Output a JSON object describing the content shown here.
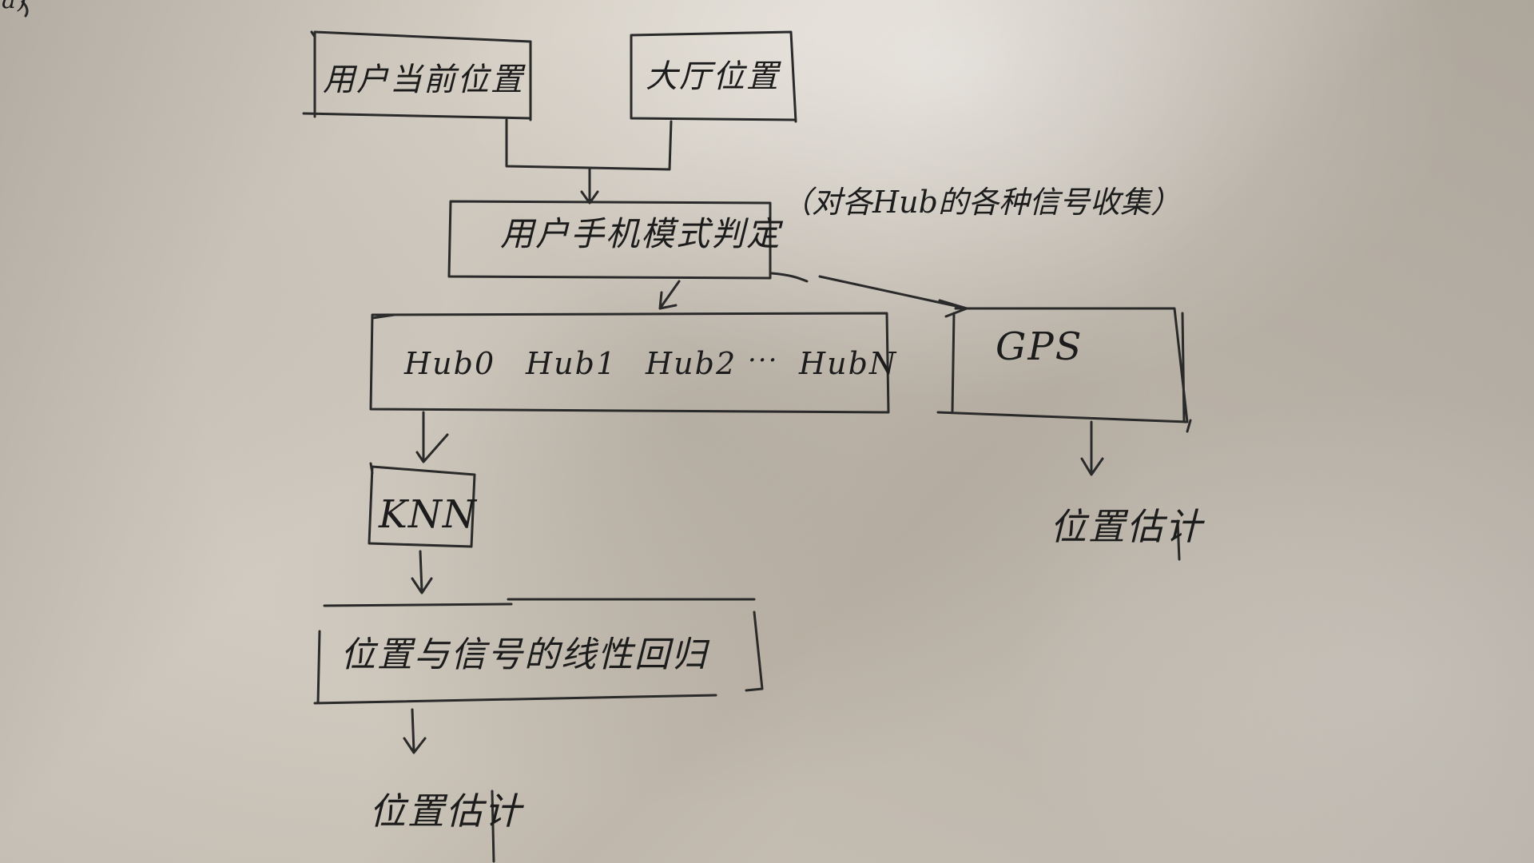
{
  "corner_mark": "a)",
  "boxes": {
    "user_location": "用户当前位置",
    "hall_location": "大厅位置",
    "phone_mode": "用户手机模式判定",
    "hubs": [
      "Hub0",
      "Hub1",
      "Hub2",
      "···",
      "HubN"
    ],
    "gps": "GPS",
    "knn": "KNN",
    "regression": "位置与信号的线性回归"
  },
  "annotation": "（对各Hub的各种信号收集）",
  "outputs": {
    "left": "位置估计",
    "right": "位置估计"
  }
}
